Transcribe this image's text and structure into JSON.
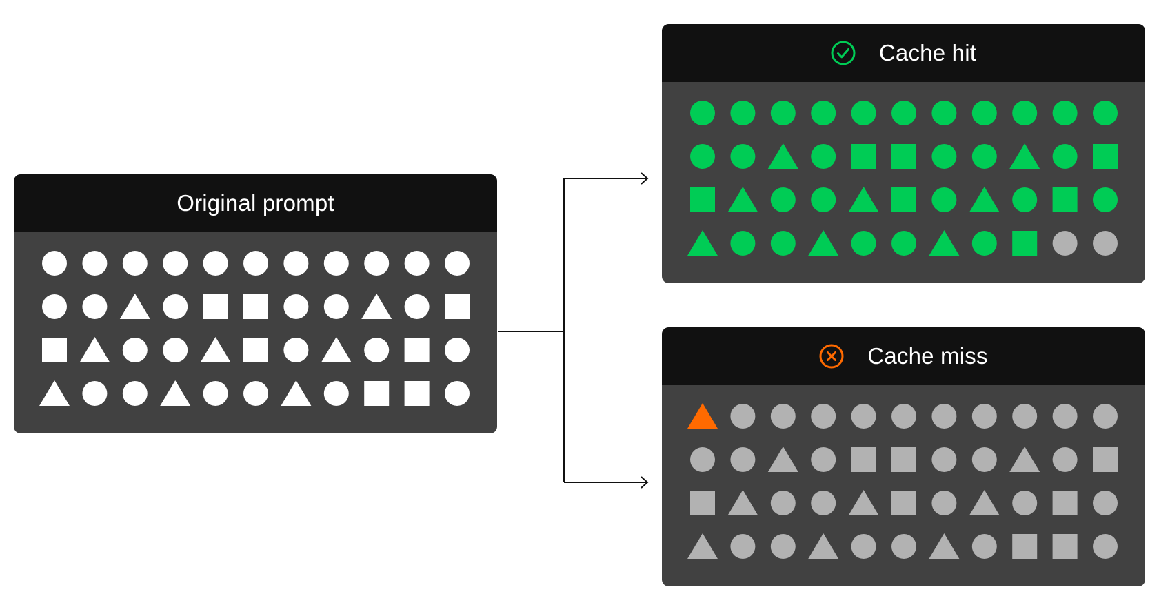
{
  "colors": {
    "background": "#ffffff",
    "header": "#111111",
    "body": "#414141",
    "white": "#ffffff",
    "hit": "#00cc55",
    "miss": "#ff6a00",
    "gray": "#b2b2b2",
    "connector": "#111111"
  },
  "original": {
    "title": "Original prompt",
    "rows": [
      [
        "circle",
        "circle",
        "circle",
        "circle",
        "circle",
        "circle",
        "circle",
        "circle",
        "circle",
        "circle",
        "circle"
      ],
      [
        "circle",
        "circle",
        "triangle",
        "circle",
        "square",
        "square",
        "circle",
        "circle",
        "triangle",
        "circle",
        "square"
      ],
      [
        "square",
        "triangle",
        "circle",
        "circle",
        "triangle",
        "square",
        "circle",
        "triangle",
        "circle",
        "square",
        "circle"
      ],
      [
        "triangle",
        "circle",
        "circle",
        "triangle",
        "circle",
        "circle",
        "triangle",
        "circle",
        "square",
        "square",
        "circle"
      ]
    ]
  },
  "cache_hit": {
    "title": "Cache hit",
    "icon": "check-circle-icon",
    "icon_color": "#00cc55",
    "rows": [
      [
        "circle",
        "circle",
        "circle",
        "circle",
        "circle",
        "circle",
        "circle",
        "circle",
        "circle",
        "circle",
        "circle"
      ],
      [
        "circle",
        "circle",
        "triangle",
        "circle",
        "square",
        "square",
        "circle",
        "circle",
        "triangle",
        "circle",
        "square"
      ],
      [
        "square",
        "triangle",
        "circle",
        "circle",
        "triangle",
        "square",
        "circle",
        "triangle",
        "circle",
        "square",
        "circle"
      ],
      [
        "triangle",
        "circle",
        "circle",
        "triangle",
        "circle",
        "circle",
        "triangle",
        "circle",
        "square",
        "circle",
        "circle"
      ]
    ],
    "colors": [
      [
        "hit",
        "hit",
        "hit",
        "hit",
        "hit",
        "hit",
        "hit",
        "hit",
        "hit",
        "hit",
        "hit"
      ],
      [
        "hit",
        "hit",
        "hit",
        "hit",
        "hit",
        "hit",
        "hit",
        "hit",
        "hit",
        "hit",
        "hit"
      ],
      [
        "hit",
        "hit",
        "hit",
        "hit",
        "hit",
        "hit",
        "hit",
        "hit",
        "hit",
        "hit",
        "hit"
      ],
      [
        "hit",
        "hit",
        "hit",
        "hit",
        "hit",
        "hit",
        "hit",
        "hit",
        "hit",
        "gray",
        "gray"
      ]
    ]
  },
  "cache_miss": {
    "title": "Cache miss",
    "icon": "x-circle-icon",
    "icon_color": "#ff6a00",
    "rows": [
      [
        "triangle",
        "circle",
        "circle",
        "circle",
        "circle",
        "circle",
        "circle",
        "circle",
        "circle",
        "circle",
        "circle"
      ],
      [
        "circle",
        "circle",
        "triangle",
        "circle",
        "square",
        "square",
        "circle",
        "circle",
        "triangle",
        "circle",
        "square"
      ],
      [
        "square",
        "triangle",
        "circle",
        "circle",
        "triangle",
        "square",
        "circle",
        "triangle",
        "circle",
        "square",
        "circle"
      ],
      [
        "triangle",
        "circle",
        "circle",
        "triangle",
        "circle",
        "circle",
        "triangle",
        "circle",
        "square",
        "square",
        "circle"
      ]
    ],
    "colors": [
      [
        "miss",
        "gray",
        "gray",
        "gray",
        "gray",
        "gray",
        "gray",
        "gray",
        "gray",
        "gray",
        "gray"
      ],
      [
        "gray",
        "gray",
        "gray",
        "gray",
        "gray",
        "gray",
        "gray",
        "gray",
        "gray",
        "gray",
        "gray"
      ],
      [
        "gray",
        "gray",
        "gray",
        "gray",
        "gray",
        "gray",
        "gray",
        "gray",
        "gray",
        "gray",
        "gray"
      ],
      [
        "gray",
        "gray",
        "gray",
        "gray",
        "gray",
        "gray",
        "gray",
        "gray",
        "gray",
        "gray",
        "gray"
      ]
    ]
  }
}
